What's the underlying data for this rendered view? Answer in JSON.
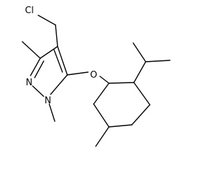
{
  "molecule": {
    "atoms": {
      "chlorine": "Cl",
      "oxygen": "O",
      "nitrogen_ring_2": "N",
      "nitrogen_ring_1": "N"
    }
  }
}
